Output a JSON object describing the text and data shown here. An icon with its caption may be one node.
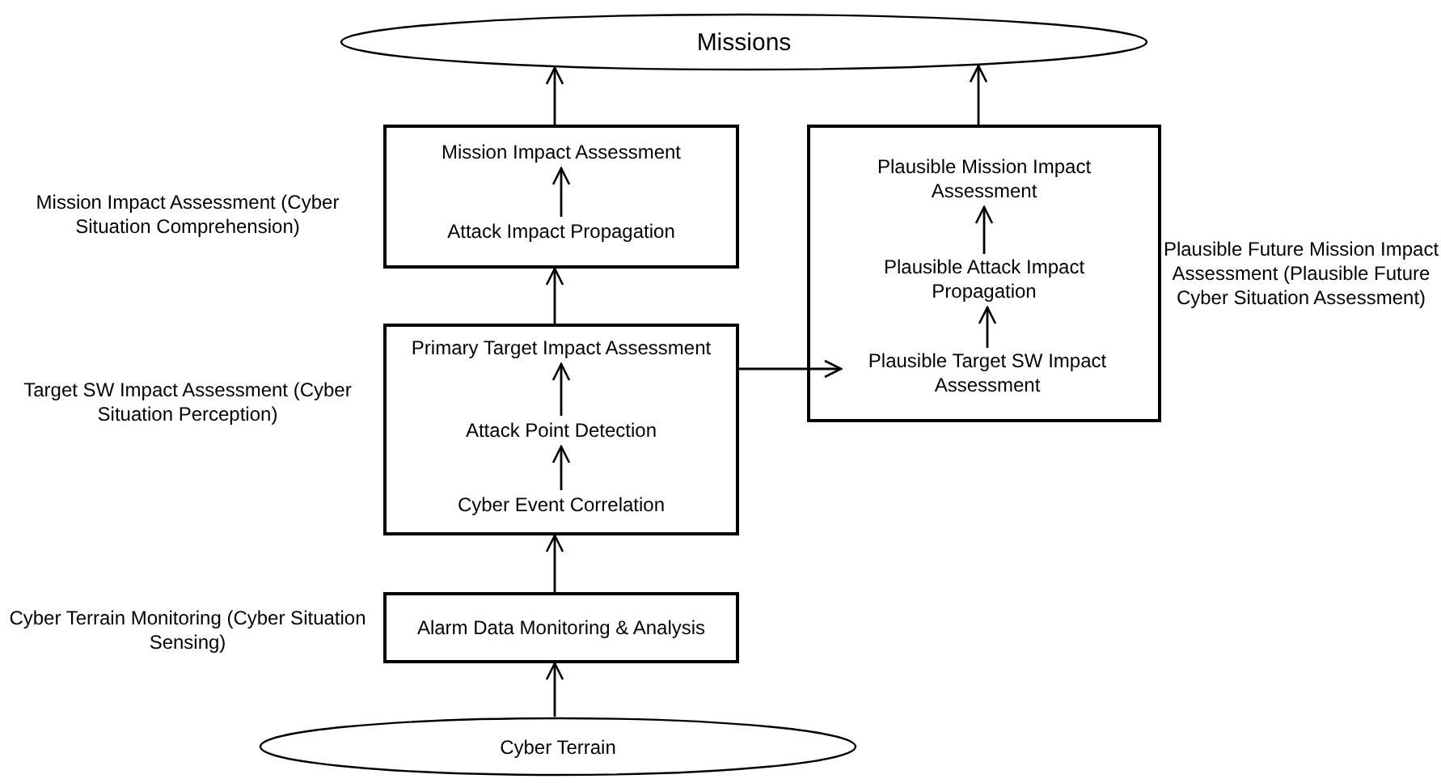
{
  "diagram": {
    "nodes": [
      {
        "text": [
          "Missions"
        ]
      },
      {
        "text": [],
        "shape": "box",
        "beside": [
          "Mission Impact Assessment (Cyber Situation Comprehension)"
        ]
      },
      {
        "text": [
          "Mission Impact Assessment"
        ],
        "in": 1
      },
      {
        "text": [
          "Attack Impact Propagation"
        ],
        "in": 1
      },
      {
        "text": [],
        "shape": "box",
        "beside": [
          "Plausible Future Mission Impact Assessment (Plausible Future Cyber Situation Assessment)"
        ]
      },
      {
        "text": [
          "Plausible Mission Impact Assessment"
        ],
        "in": 4
      },
      {
        "text": [
          "Plausible Attack Impact Propagation"
        ],
        "in": 4
      },
      {
        "text": [
          "Plausible Target SW Impact Assessment"
        ],
        "in": 4
      },
      {
        "text": [],
        "shape": "box",
        "beside": [
          "Target SW Impact Assessment (Cyber Situation Perception)"
        ]
      },
      {
        "text": [
          "Primary Target Impact Assessment"
        ],
        "in": 8
      },
      {
        "text": [
          "Attack Point Detection"
        ],
        "in": 8
      },
      {
        "text": [
          "Cyber Event Correlation"
        ],
        "in": 8
      },
      {
        "text": [
          "Alarm Data Monitoring & Analysis"
        ],
        "beside": [
          "Cyber Terrain Monitoring (Cyber Situation Sensing)"
        ]
      },
      {
        "text": [
          "Cyber Terrain"
        ]
      }
    ],
    "edges": [
      {
        "from": 1,
        "to": 0,
        "arrow": "to"
      },
      {
        "from": 3,
        "to": 2,
        "arrow": "to"
      },
      {
        "from": 4,
        "to": 0,
        "arrow": "to"
      },
      {
        "from": 6,
        "to": 5,
        "arrow": "to"
      },
      {
        "from": 7,
        "to": 6,
        "arrow": "to"
      },
      {
        "from": 8,
        "to": 1,
        "arrow": "to"
      },
      {
        "from": 8,
        "to": 7,
        "arrow": "to"
      },
      {
        "from": 10,
        "to": 9,
        "arrow": "to"
      },
      {
        "from": 11,
        "to": 10,
        "arrow": "to"
      },
      {
        "from": 12,
        "to": 8,
        "arrow": "to"
      },
      {
        "from": 13,
        "to": 12,
        "arrow": "to"
      }
    ]
  }
}
